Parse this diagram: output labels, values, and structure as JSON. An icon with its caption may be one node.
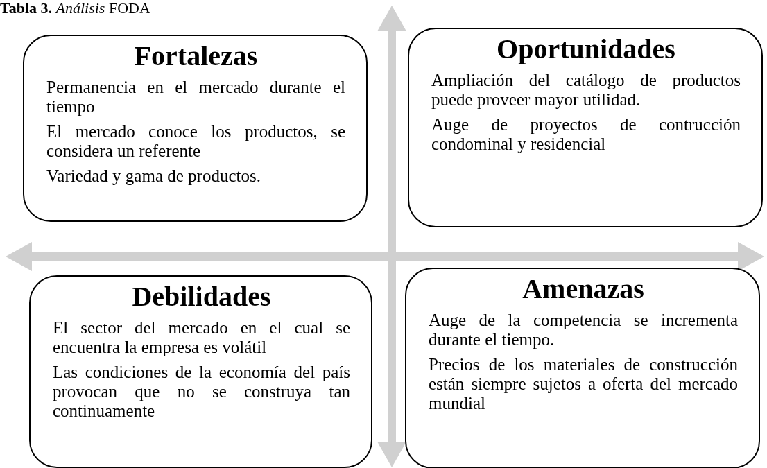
{
  "diagram": {
    "title": "**Tabla 3.** *Análisis* FODA",
    "nodes": [
      {
        "text": [
          "Fortalezas",
          "Permanencia en el mercado durante el tiempo",
          "El mercado conoce los productos, se considera un referente",
          "Variedad y gama de productos."
        ]
      },
      {
        "text": [
          "Oportunidades",
          "Ampliación del catálogo de productos puede proveer mayor utilidad.",
          "Auge de proyectos de contrucción condominal y residencial"
        ]
      },
      {
        "text": [
          "Debilidades",
          "El sector del mercado en el cual se encuentra la empresa es volátil",
          "Las condiciones de la economía del país provocan que no se construya tan continuamente"
        ]
      },
      {
        "text": [
          "Amenazas",
          "Auge de la competencia se incrementa durante el tiempo.",
          "Precios de los materiales de construcción están siempre sujetos a oferta del mercado mundial"
        ]
      }
    ]
  }
}
